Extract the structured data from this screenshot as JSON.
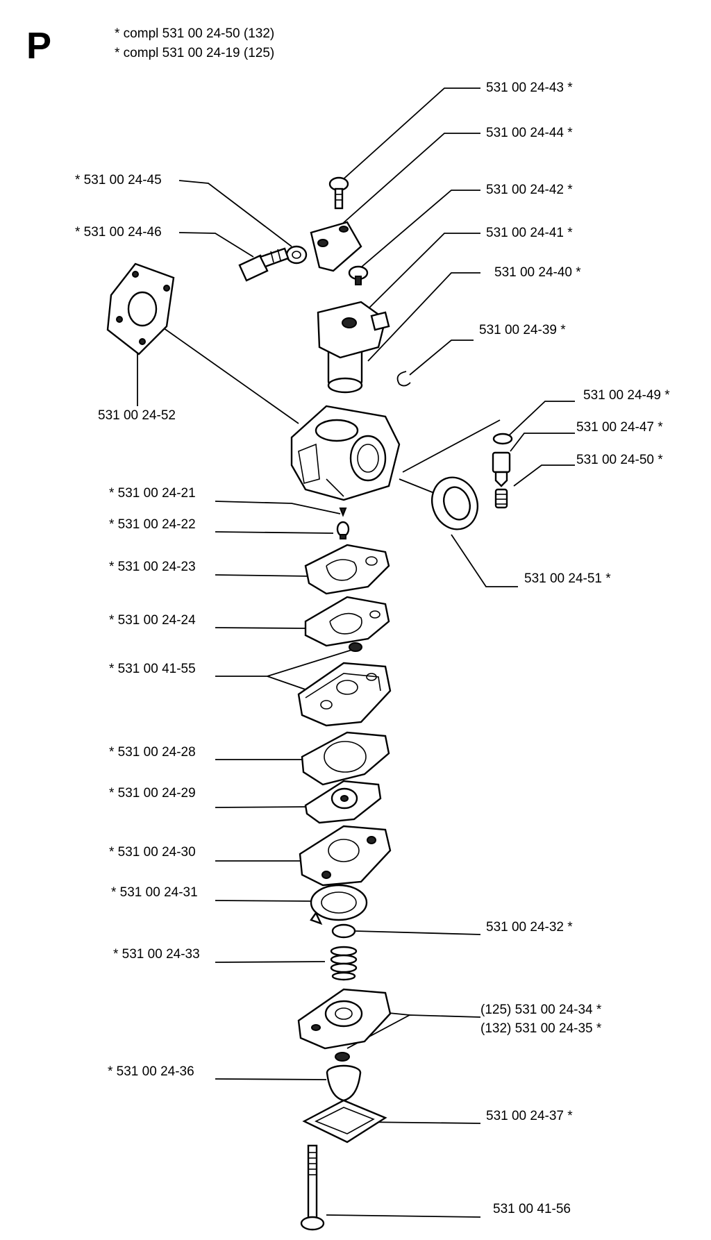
{
  "header": {
    "page_letter": "P",
    "compl_lines": [
      "*  compl 531 00 24-50 (132)",
      "*  compl 531 00 24-19 (125)"
    ]
  },
  "callouts": {
    "p2443": "531 00 24-43  *",
    "p2444": "531 00 24-44  *",
    "p2445": "*  531 00 24-45",
    "p2442": "531 00 24-42  *",
    "p2446": "*  531 00 24-46",
    "p2441": "531 00 24-41  *",
    "p2440": "531 00 24-40  *",
    "p2439": "531 00 24-39  *",
    "p2452": "531 00 24-52",
    "p2449": "531 00 24-49  *",
    "p2447": "531 00 24-47  *",
    "p2450": "531 00 24-50  *",
    "p2421": "*  531 00 24-21",
    "p2422": "*  531 00 24-22",
    "p2451": "531 00 24-51  *",
    "p2423": "*  531 00 24-23",
    "p2424": "*  531 00 24-24",
    "p4155": "*  531 00 41-55",
    "p2428": "*  531 00 24-28",
    "p2429": "*  531 00 24-29",
    "p2430": "*  531 00 24-30",
    "p2431": "*  531 00 24-31",
    "p2432": "531 00 24-32  *",
    "p2433": "*  531 00 24-33",
    "p2434": "(125) 531 00 24-34  *",
    "p2435": "(132) 531 00 24-35  *",
    "p2436": "*  531 00 24-36",
    "p2437": "531 00 24-37  *",
    "p4156": "531 00 41-56"
  }
}
